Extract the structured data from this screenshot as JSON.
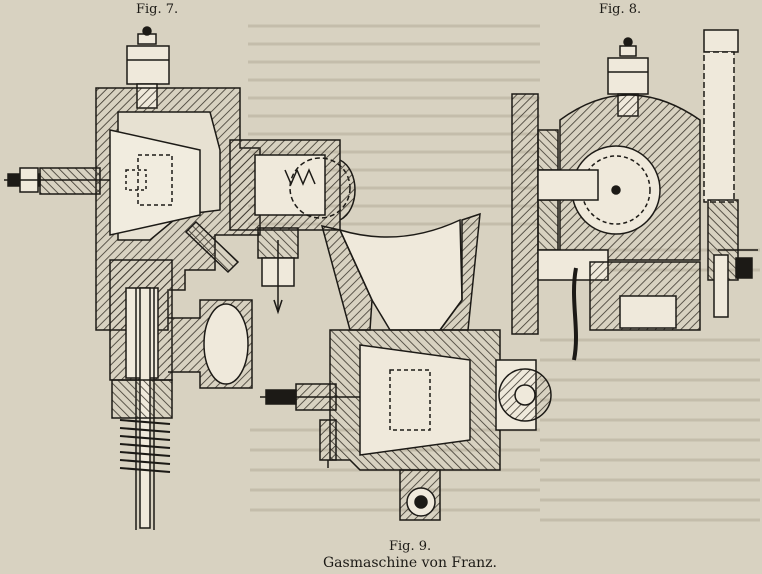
{
  "figures": {
    "fig7": {
      "title": "Fig. 7."
    },
    "fig8": {
      "title": "Fig. 8."
    },
    "fig9": {
      "title": "Fig. 9."
    }
  },
  "caption": "Gasmaschine von Franz.",
  "colors": {
    "paper": "#d8d2c1",
    "ink": "#1c1a16",
    "hatch": "#3a352c",
    "bleed": "#bdb6a5"
  }
}
